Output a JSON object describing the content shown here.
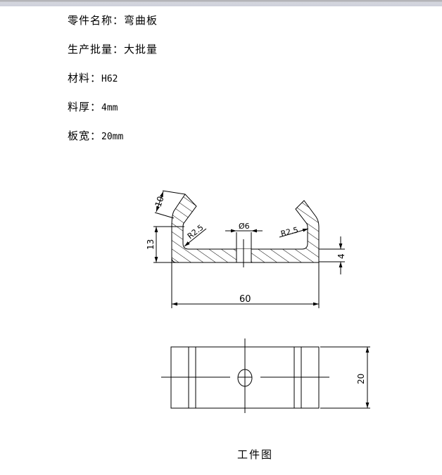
{
  "spec_sheet": {
    "part_name": {
      "label": "零件名称：",
      "value": "弯曲板"
    },
    "batch": {
      "label": "生产批量：",
      "value": "大批量"
    },
    "material": {
      "label": "材料：",
      "value": "H62"
    },
    "thickness": {
      "label": "料厚：",
      "value": "4mm"
    },
    "width": {
      "label": "板宽：",
      "value": "20mm"
    }
  },
  "drawing": {
    "front_view": {
      "dimensions": {
        "flange_length": "10",
        "height": "13",
        "inner_radius_left": "R2.5",
        "hole_diameter": "Ø6",
        "inner_radius_right": "R2.5",
        "thickness": "4",
        "overall_length": "60"
      }
    },
    "top_view": {
      "dimensions": {
        "width": "20"
      }
    },
    "caption": "工件图"
  },
  "colors": {
    "line": "#000000",
    "background": "#ffffff",
    "topbar": "#cfd1db"
  }
}
